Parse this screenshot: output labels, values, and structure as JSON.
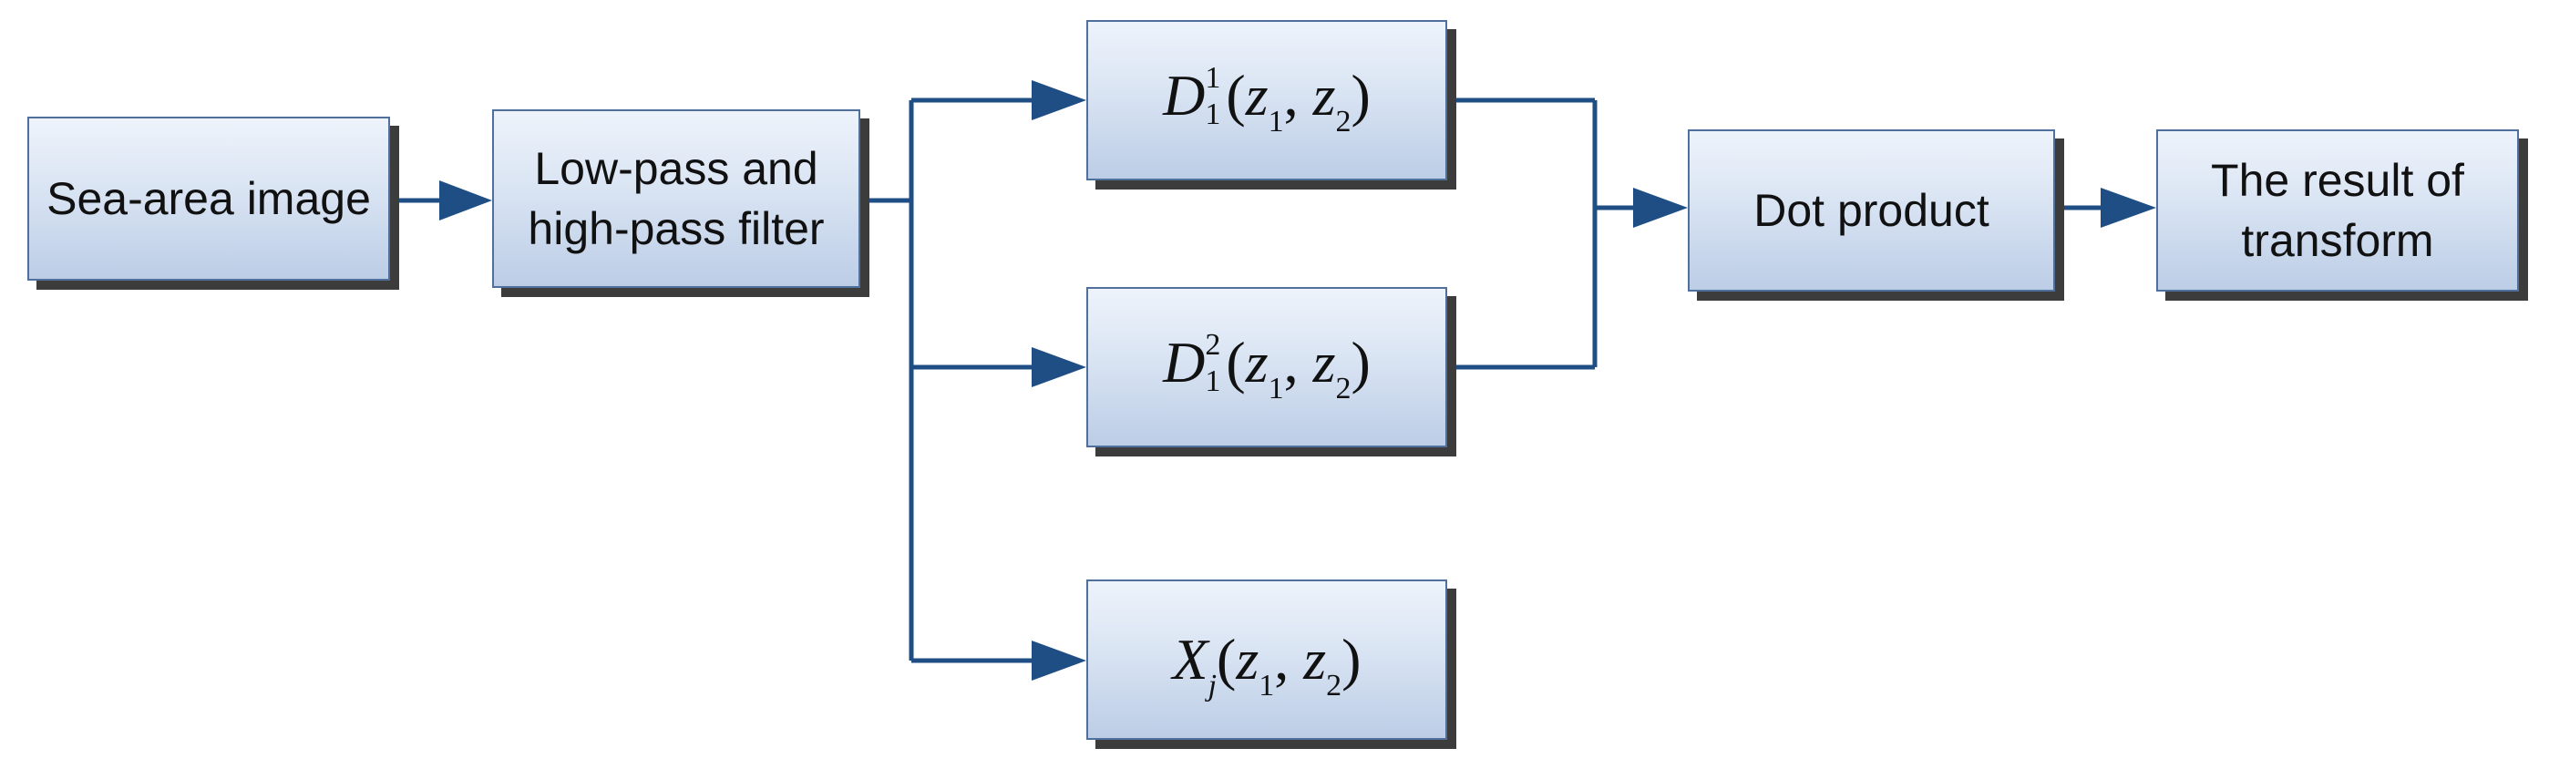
{
  "nodes": {
    "sea_area_image": "Sea-area image",
    "filter": "Low-pass and\nhigh-pass filter",
    "d1": {
      "base": "D",
      "sup": "1",
      "sub": "1",
      "args": [
        "z",
        "1",
        "z",
        "2"
      ]
    },
    "d2": {
      "base": "D",
      "sup": "2",
      "sub": "1",
      "args": [
        "z",
        "1",
        "z",
        "2"
      ]
    },
    "xj": {
      "base": "X",
      "sub": "j",
      "args": [
        "z",
        "1",
        "z",
        "2"
      ]
    },
    "dot_product": "Dot product",
    "result": "The result of\ntransform"
  },
  "colors": {
    "box_border": "#4f6f9c",
    "box_fill_top": "#eef3fb",
    "box_fill_bottom": "#bccde6",
    "shadow": "#3c3c3c",
    "arrow": "#1f4e85"
  }
}
